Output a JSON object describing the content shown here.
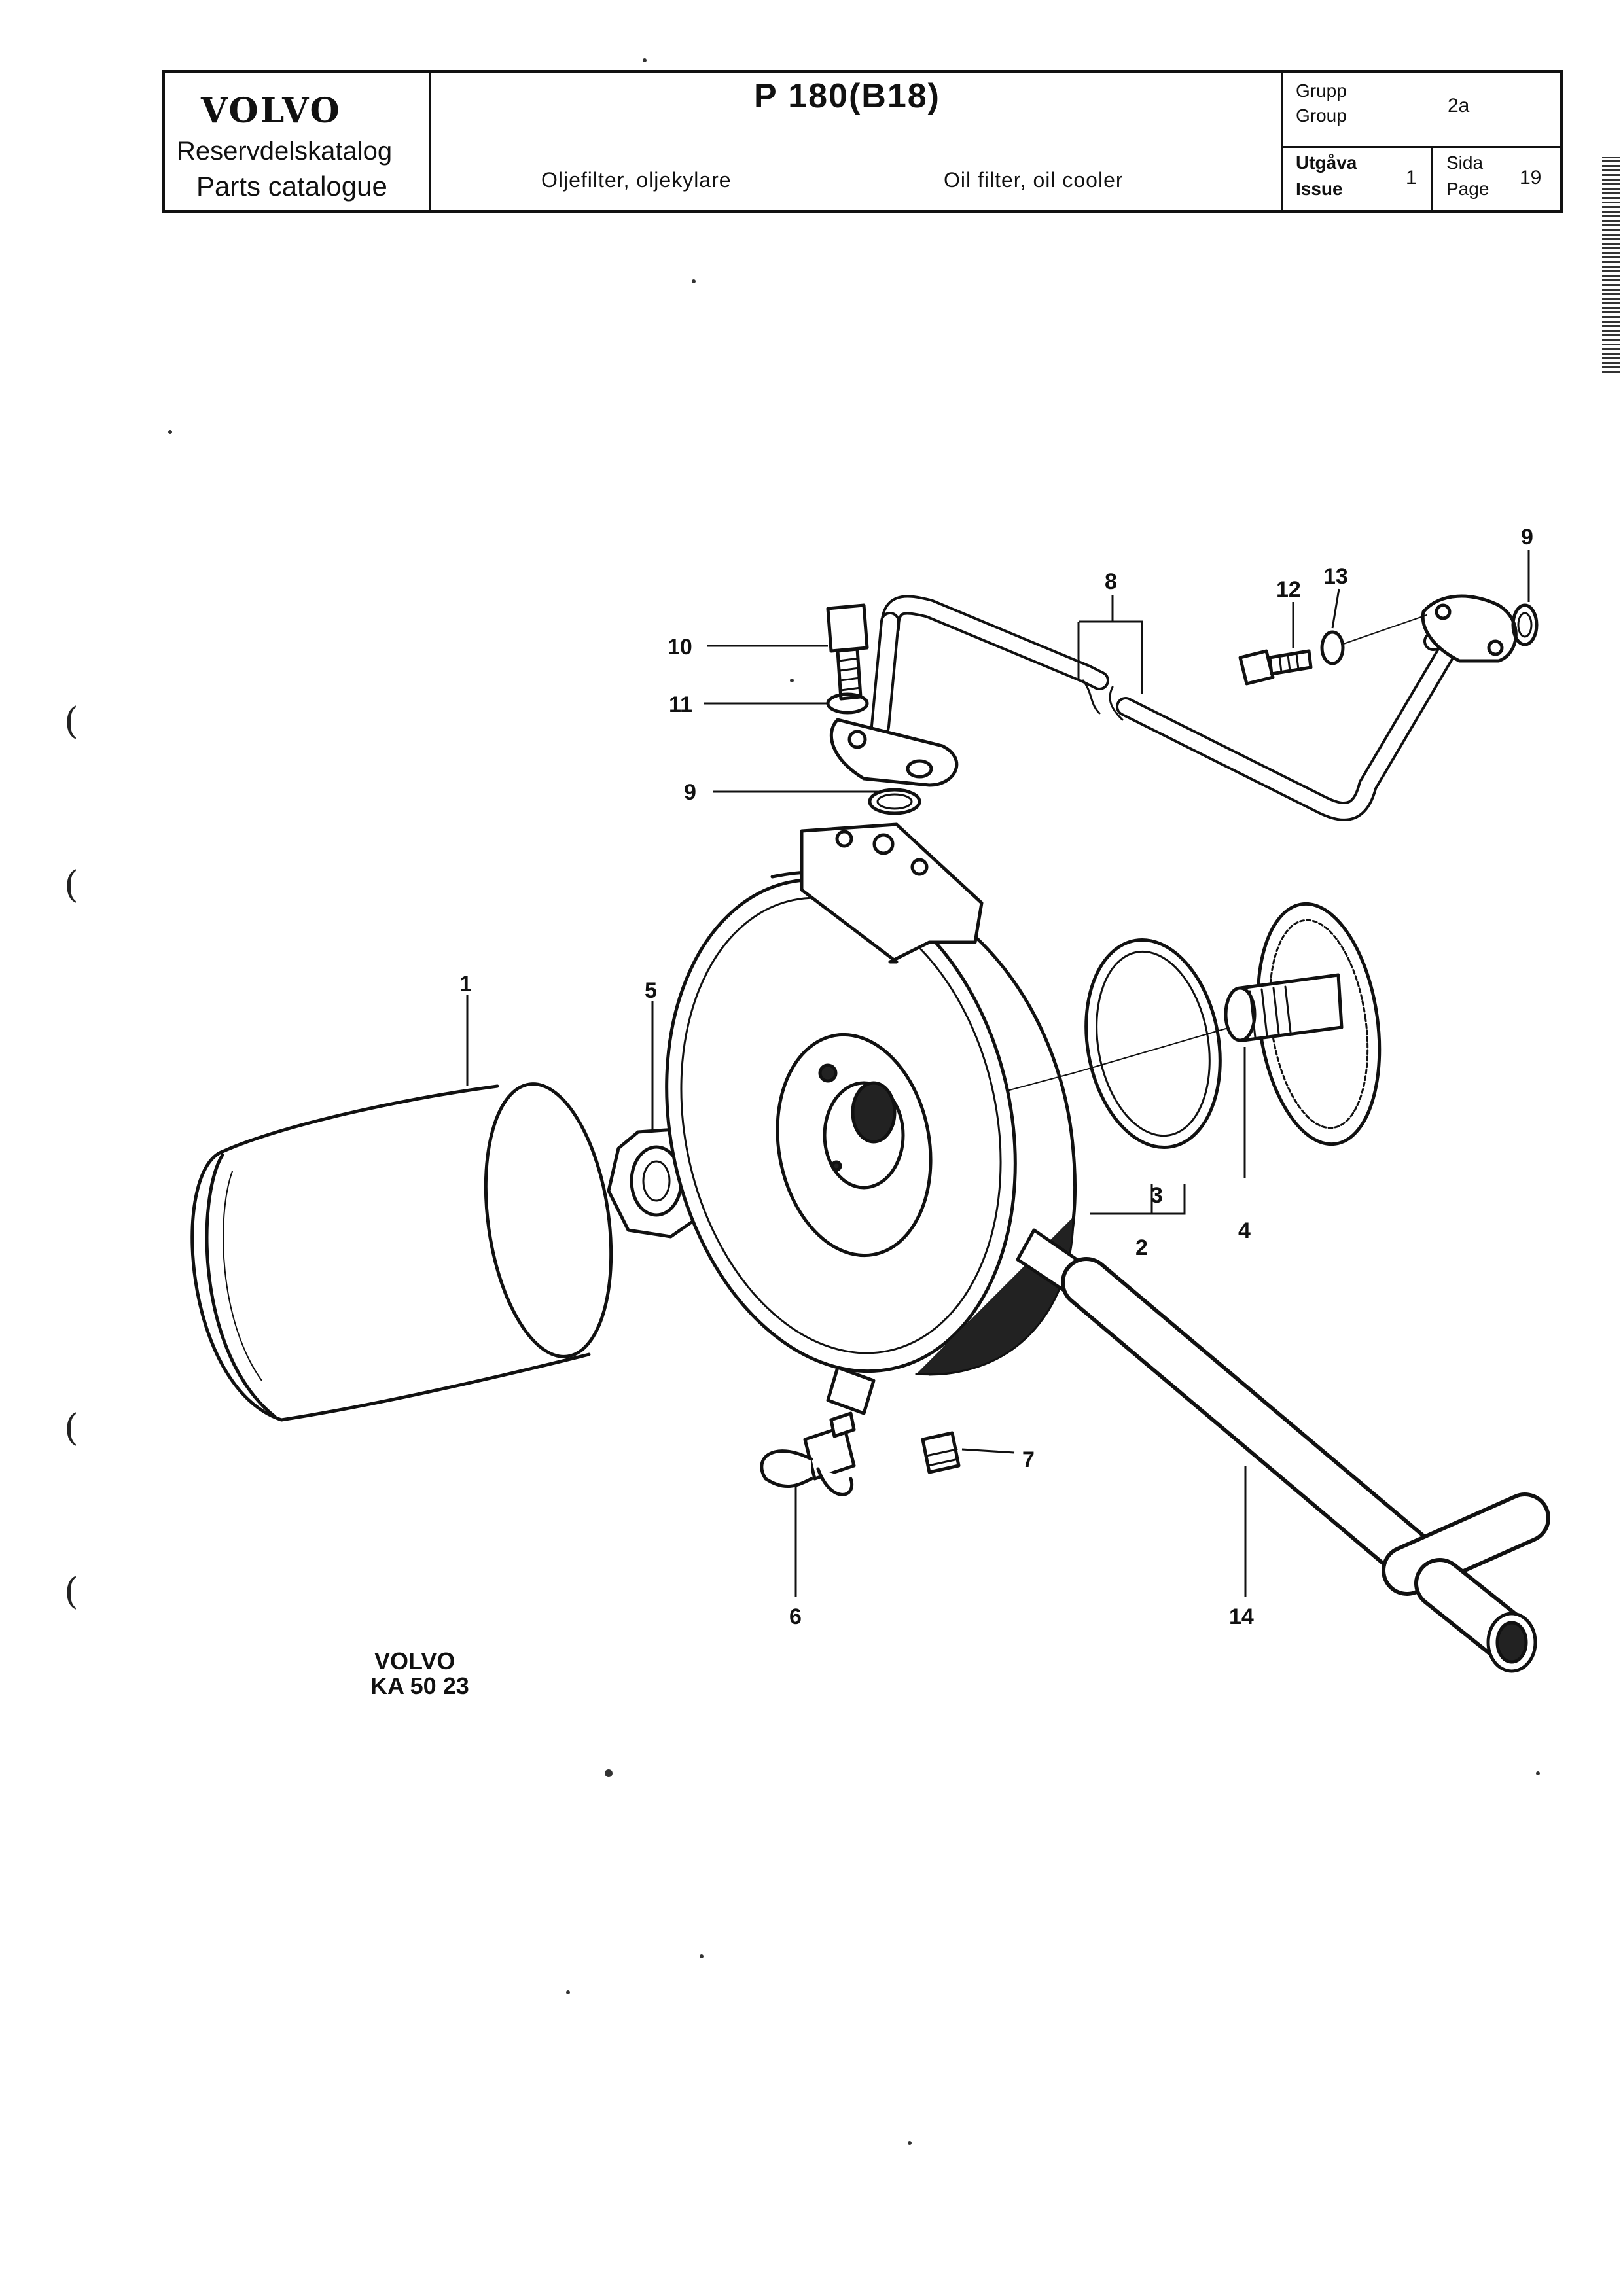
{
  "header": {
    "brand": "VOLVO",
    "catalog_sv": "Reservdelskatalog",
    "catalog_en": "Parts catalogue",
    "model_prefix": "P 180",
    "model_engine": "(B18)",
    "subtitle_sv": "Oljefilter, oljekylare",
    "subtitle_en": "Oil filter, oil cooler",
    "group_label_sv": "Grupp",
    "group_label_en": "Group",
    "group_value": "2a",
    "issue_label_sv": "Utgåva",
    "issue_label_en": "Issue",
    "issue_value": "1",
    "page_label_sv": "Sida",
    "page_label_en": "Page",
    "page_value": "19"
  },
  "callouts": {
    "c1": "1",
    "c2": "2",
    "c3": "3",
    "c4": "4",
    "c5": "5",
    "c6": "6",
    "c7": "7",
    "c8": "8",
    "c9a": "9",
    "c9b": "9",
    "c10": "10",
    "c11": "11",
    "c12": "12",
    "c13": "13",
    "c14": "14"
  },
  "stamp": {
    "brand": "VOLVO",
    "code": "KA 50 23"
  },
  "margin_marks": [
    "(",
    "(",
    "(",
    "("
  ]
}
